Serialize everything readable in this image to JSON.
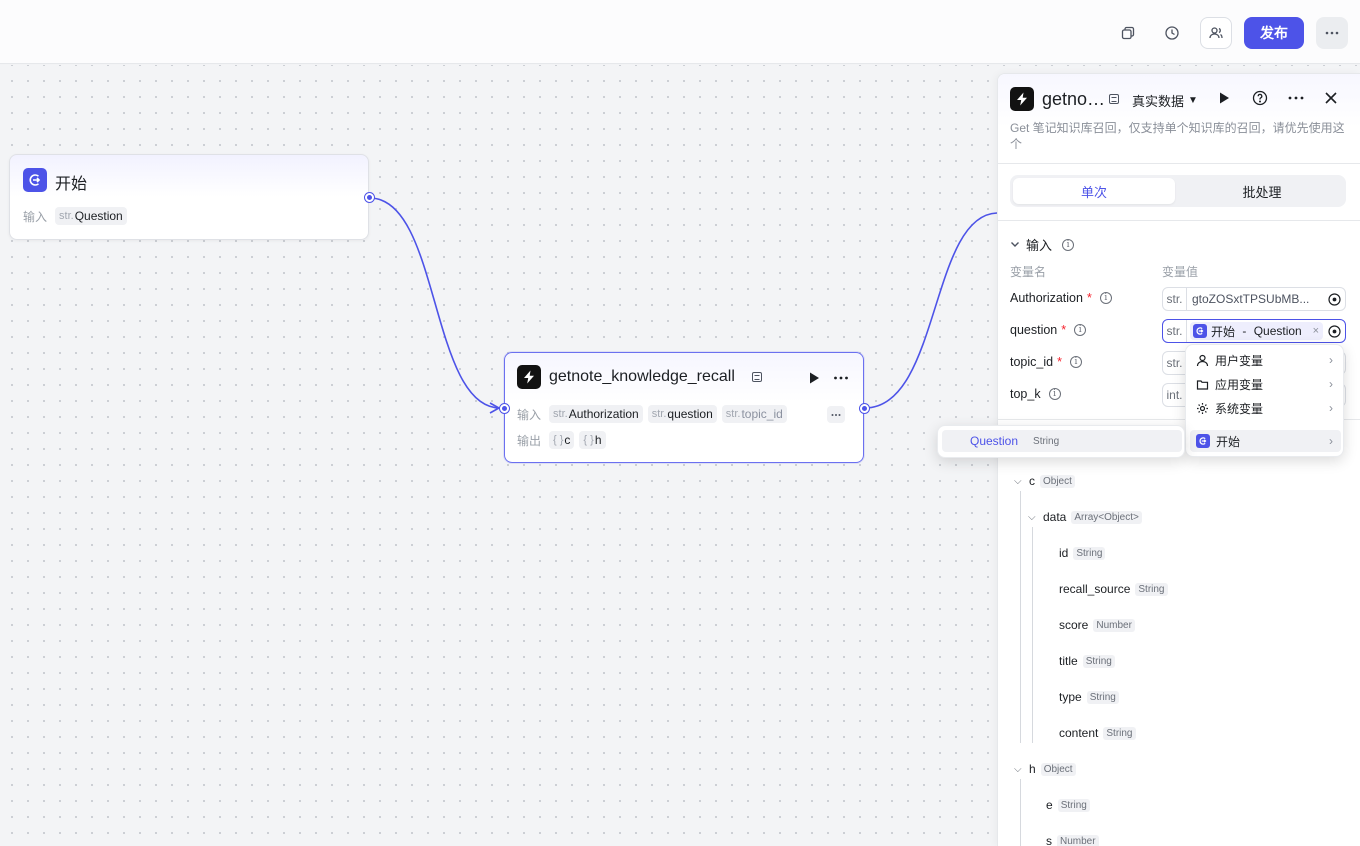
{
  "topbar": {
    "publish_label": "发布"
  },
  "nodes": {
    "start": {
      "title": "开始",
      "input_label": "输入",
      "inputs": [
        {
          "type": "str.",
          "name": "Question"
        }
      ]
    },
    "plugin": {
      "title": "getnote_knowledge_recall",
      "input_label": "输入",
      "output_label": "输出",
      "inputs": [
        {
          "type": "str.",
          "name": "Authorization"
        },
        {
          "type": "str.",
          "name": "question"
        },
        {
          "type": "str.",
          "name": "topic_id"
        }
      ],
      "outputs": [
        {
          "type": "{ }",
          "name": "c"
        },
        {
          "type": "{ }",
          "name": "h"
        }
      ]
    }
  },
  "panel": {
    "title": "getno…",
    "mode": "真实数据",
    "description": "Get 笔记知识库召回，仅支持单个知识库的召回，请优先使用这个",
    "tabs": [
      "单次",
      "批处理"
    ],
    "input_section": "输入",
    "col_name": "变量名",
    "col_value": "变量值",
    "params": [
      {
        "name": "Authorization",
        "required": true,
        "type": "str.",
        "value": "gtoZOSxtTPSUbMB..."
      },
      {
        "name": "question",
        "required": true,
        "type": "str.",
        "ref_node": "开始",
        "ref_var": "Question"
      },
      {
        "name": "topic_id",
        "required": true,
        "type": "str.",
        "value": ""
      },
      {
        "name": "top_k",
        "required": false,
        "type": "int.",
        "value": ""
      }
    ],
    "ref_separator": " - ",
    "clear_symbol": "×",
    "outputs": [
      {
        "name": "c",
        "type": "Object"
      },
      {
        "name": "data",
        "type": "Array<Object>"
      },
      {
        "name": "id",
        "type": "String"
      },
      {
        "name": "recall_source",
        "type": "String"
      },
      {
        "name": "score",
        "type": "Number"
      },
      {
        "name": "title",
        "type": "String"
      },
      {
        "name": "type",
        "type": "String"
      },
      {
        "name": "content",
        "type": "String"
      },
      {
        "name": "h",
        "type": "Object"
      },
      {
        "name": "e",
        "type": "String"
      },
      {
        "name": "s",
        "type": "Number"
      }
    ]
  },
  "dropdown": {
    "items": [
      {
        "label": "用户变量",
        "icon": "user-icon"
      },
      {
        "label": "应用变量",
        "icon": "folder-icon"
      },
      {
        "label": "系统变量",
        "icon": "gear-icon"
      },
      {
        "label": "开始",
        "icon": "start-node-icon"
      }
    ],
    "sub_items": [
      {
        "label": "Question",
        "type": "String"
      }
    ]
  },
  "colors": {
    "accent": "#4d53e8",
    "plugin_icon_bg": "#121212"
  }
}
